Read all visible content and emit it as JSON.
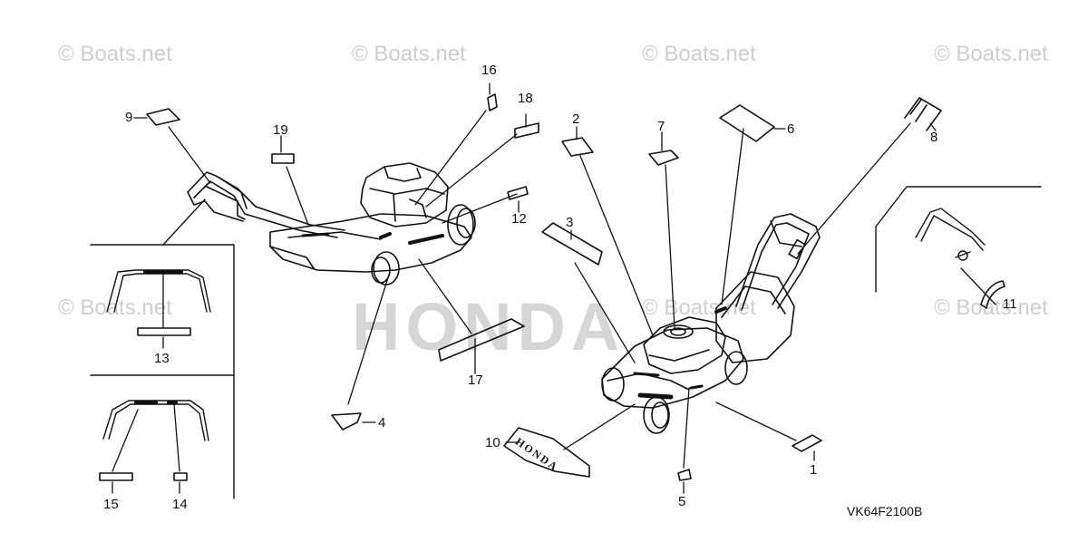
{
  "watermarks": [
    "© Boats.net",
    "© Boats.net",
    "© Boats.net",
    "© Boats.net",
    "© Boats.net",
    "© Boats.net",
    "© Boats.net"
  ],
  "watermark_brand": "HONDA",
  "callouts": {
    "n1": "1",
    "n2": "2",
    "n3": "3",
    "n4": "4",
    "n5": "5",
    "n6": "6",
    "n7": "7",
    "n8": "8",
    "n9": "9",
    "n10": "10",
    "n11": "11",
    "n12": "12",
    "n13": "13",
    "n14": "14",
    "n15": "15",
    "n16": "16",
    "n17": "17",
    "n18": "18",
    "n19": "19"
  },
  "decal_text": "HONDA",
  "diagram_code": "VK64F2100B"
}
